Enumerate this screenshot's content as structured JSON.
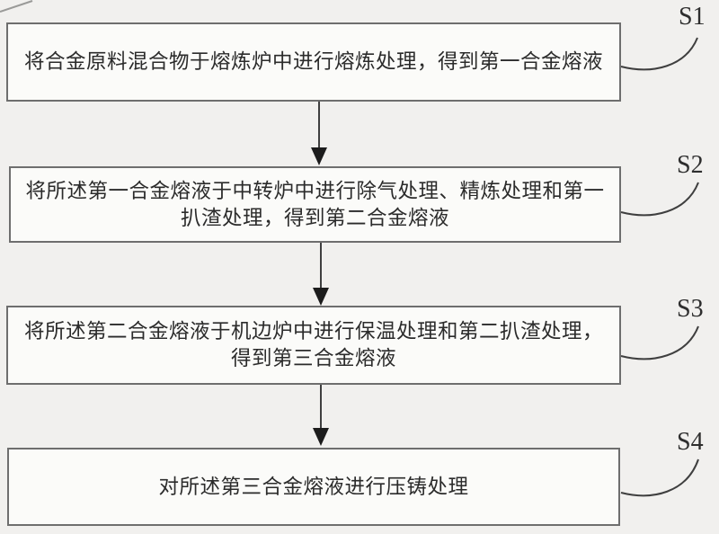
{
  "figure": {
    "type": "flowchart",
    "background_color": "#f1f0ee",
    "box_fill_color": "#fbfbf9",
    "box_border_color": "#6e6e6e",
    "text_color": "#2b2b2b",
    "connector_color": "#3f3f3f",
    "arrowhead_color": "#1c1c1c"
  },
  "steps": [
    {
      "id": "S1",
      "lines": [
        "将合金原料混合物于熔炼炉中进行熔炼处理，得到第一合金熔液"
      ]
    },
    {
      "id": "S2",
      "lines": [
        "将所述第一合金熔液于中转炉中进行除气处理、精炼处理和第一",
        "扒渣处理，得到第二合金熔液"
      ]
    },
    {
      "id": "S3",
      "lines": [
        "将所述第二合金熔液于机边炉中进行保温处理和第二扒渣处理，",
        "得到第三合金熔液"
      ]
    },
    {
      "id": "S4",
      "lines": [
        "对所述第三合金熔液进行压铸处理"
      ]
    }
  ]
}
